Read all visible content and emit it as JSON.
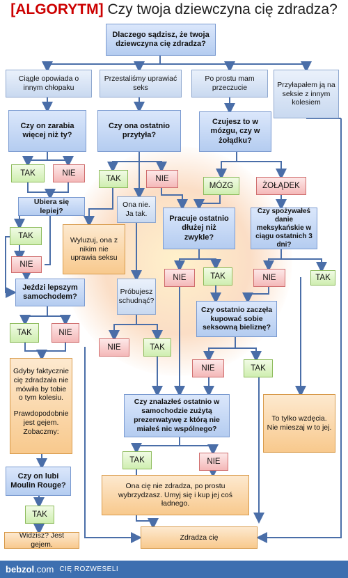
{
  "title": {
    "tag": "ALGORYTM",
    "text": "Czy twoja dziewczyna cię zdradza?"
  },
  "nodes": {
    "start": "Dlaczego sądzisz, że twoja dziewczyna cię zdradza?",
    "r1": "Ciągle opowiada o innym chłopaku",
    "r2": "Przestaliśmy uprawiać seks",
    "r3": "Po prostu mam przeczucie",
    "r4": "Przyłapałem ją na seksie z innym kolesiem",
    "q_earn": "Czy on zarabia więcej niż ty?",
    "q_weight": "Czy ona ostatnio przytyła?",
    "q_brain": "Czujesz to w mózgu, czy w żołądku?",
    "tak1": "TAK",
    "nie1": "NIE",
    "tak2": "TAK",
    "nie2": "NIE",
    "mozg": "MÓZG",
    "zoladek": "ŻOŁĄDEK",
    "q_dress": "Ubiera się lepiej?",
    "say_no": "Ona nie. Ja tak.",
    "q_work": "Pracuje ostatnio dłużej niż zwykle?",
    "q_mex": "Czy spożywałeś danie meksykańskie w ciągu ostatnich 3 dni?",
    "tak3": "TAK",
    "nie3": "NIE",
    "relax": "Wyluzuj, ona z nikim nie uprawia seksu",
    "nie4": "NIE",
    "tak4": "TAK",
    "nie5": "NIE",
    "tak5": "TAK",
    "q_car": "Jeździ lepszym samochodem?",
    "q_diet": "Próbujesz schudnąć?",
    "q_lingerie": "Czy ostatnio zaczęła kupować sobie seksowną bieliznę?",
    "tak6": "TAK",
    "nie6": "NIE",
    "nie7": "NIE",
    "tak7": "TAK",
    "nie8": "NIE",
    "tak8": "TAK",
    "gay_text1": "Gdyby faktycznie cię zdradzała nie mówiła by tobie o tym kolesiu.",
    "gay_text2": "Prawdopodobnie jest gejem. Zobaczmy:",
    "q_condom": "Czy znalazłeś ostatnio w samochodzie zużytą prezerwatywę z którą nie miałeś nic wspólnego?",
    "hiccup": "To tylko wzdęcia. Nie mieszaj w to jej.",
    "tak9": "TAK",
    "nie9": "NIE",
    "q_moulin": "Czy on lubi Moulin Rouge?",
    "picky": "Ona cię nie zdradza, po prostu wybrzydzasz. Umyj się i kup jej coś ładnego.",
    "tak10": "TAK",
    "gay_end": "Widzisz? Jest gejem.",
    "cheating": "Zdradza cię"
  },
  "footer": {
    "logo": "bebzol",
    "logo_suffix": ".com",
    "slogan": "CIĘ ROZWESELI"
  },
  "colors": {
    "question": "#b4ccf0",
    "yes": "#cfeeb0",
    "no": "#f4b8b8",
    "end": "#f8c98d",
    "arrow": "#4a6ea8",
    "footer": "#3d6fb0",
    "accent": "#cc0000"
  }
}
